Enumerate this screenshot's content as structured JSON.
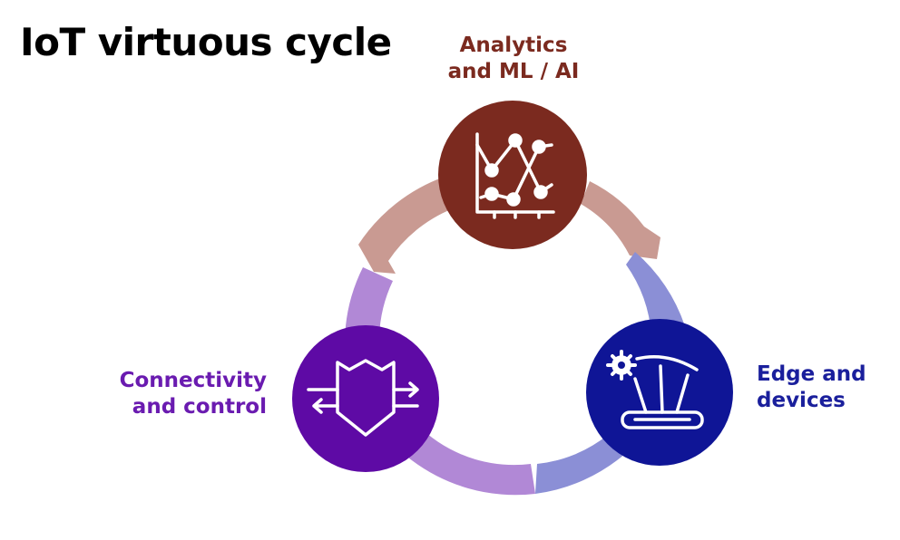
{
  "title": "IoT virtuous cycle",
  "nodes": {
    "analytics": {
      "line1": "Analytics",
      "line2": "and ML / AI",
      "icon": "line-chart-icon",
      "color": "#7b2a1f"
    },
    "edge": {
      "line1": "Edge and",
      "line2": "devices",
      "icon": "gear-gauge-device-icon",
      "color": "#0f1596"
    },
    "connectivity": {
      "line1": "Connectivity",
      "line2": "and control",
      "icon": "shield-arrows-icon",
      "color": "#5e0aa5"
    }
  },
  "arrows": {
    "analytics_to_edge": "#8b8fd6",
    "edge_to_connectivity": "#b188d6",
    "connectivity_to_analytics": "#c99a92"
  }
}
